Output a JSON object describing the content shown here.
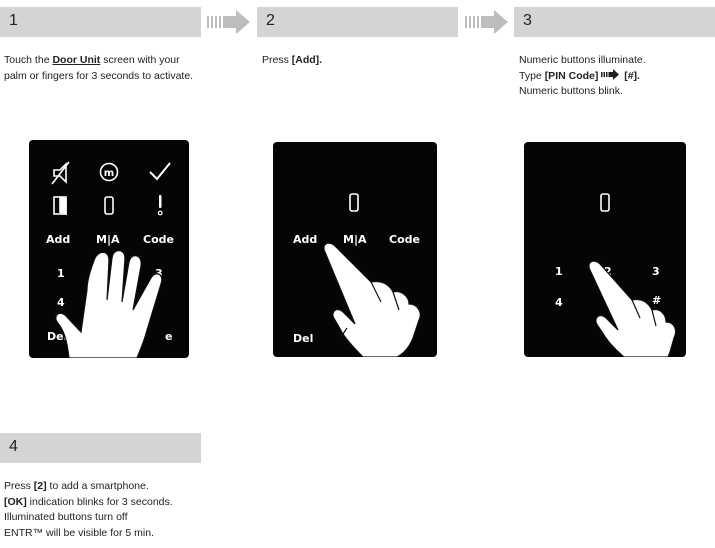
{
  "steps": [
    {
      "number": "1",
      "text_pre": "Touch the ",
      "text_link": "Door Unit",
      "text_post": " screen with your palm or fingers for 3 seconds to activate."
    },
    {
      "number": "2",
      "text_pre": "Press ",
      "text_bold": "[Add]."
    },
    {
      "number": "3",
      "line1": "Numeric buttons illuminate.",
      "line2_pre": "Type ",
      "line2_bold1": "[PIN Code]",
      "line2_bold2": "[#].",
      "line3": "Numeric buttons blink."
    },
    {
      "number": "4",
      "l1_bold": "[2]",
      "l1_rest": " to add a smartphone.",
      "l1_pre": "Press ",
      "l2_bold": "[OK]",
      "l2_rest": " indication blinks for 3 seconds.",
      "l3": "Illuminated buttons turn off",
      "l4": "ENTR™ will be visible for 5 min."
    }
  ],
  "panel1": {
    "keys": [
      "Add",
      "M|A",
      "Code",
      "1",
      "4",
      "Del",
      "e",
      "3"
    ]
  },
  "panel2": {
    "keys": [
      "Add",
      "M|A",
      "Code",
      "Del"
    ]
  },
  "panel3": {
    "keys": [
      "1",
      "2",
      "3",
      "4",
      "#"
    ]
  },
  "colors": {
    "bar": "#d4d4d4",
    "panel": "#050505",
    "arrow": "#bdbdbd"
  }
}
